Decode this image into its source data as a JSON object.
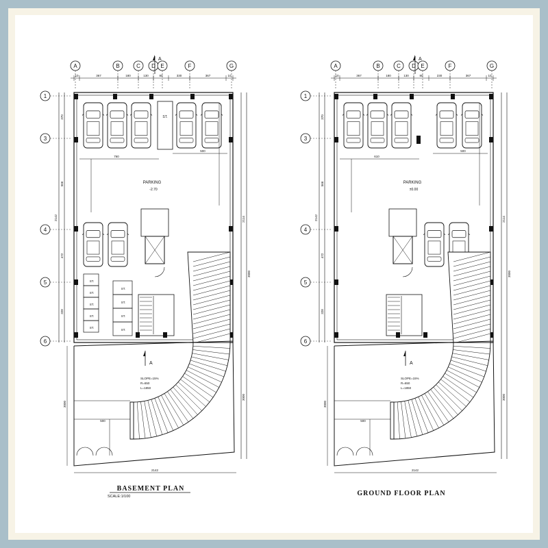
{
  "plans": [
    {
      "id": "basement",
      "title": "BASEMENT    PLAN",
      "scale": "SCALE:1/100",
      "room_label": "PARKING",
      "level": "-2.70",
      "grid_cols": [
        "A",
        "B",
        "C",
        "D",
        "E",
        "F",
        "G"
      ],
      "grid_rows": [
        "1",
        "3",
        "4",
        "5",
        "6"
      ],
      "dims_top": [
        "10",
        "367",
        "180",
        "130",
        "80",
        "330",
        "367",
        "10"
      ],
      "dims_left": [
        "370",
        "566",
        "472",
        "328"
      ],
      "dim_total_left": "2142",
      "dim_total_right": "2114",
      "dim_right_lower": "3000",
      "dim_inner": "760",
      "dim_inner2": "500",
      "section_mark": "A",
      "ramp_note": [
        "SLOPE=15%",
        "R=650",
        "L=1850"
      ],
      "st_label": "ST."
    },
    {
      "id": "ground",
      "title": "GROUND  FLOOR  PLAN",
      "scale": "",
      "room_label": "PARKING",
      "level": "±0.00",
      "grid_cols": [
        "A",
        "B",
        "C",
        "D",
        "E",
        "F",
        "G"
      ],
      "grid_rows": [
        "1",
        "3",
        "4",
        "5",
        "6"
      ],
      "dims_top": [
        "10",
        "367",
        "180",
        "130",
        "80",
        "230",
        "367",
        "10"
      ],
      "dims_left": [
        "370",
        "566",
        "472",
        "328"
      ],
      "dim_total_left": "2142",
      "dim_total_right": "2114",
      "dim_right_lower": "3000",
      "dim_inner": "610",
      "dim_inner2": "500",
      "section_mark": "A",
      "ramp_note": [
        "SLOPE=15%",
        "R=650",
        "L=1850"
      ],
      "st_label": "ST."
    }
  ],
  "colors": {
    "frame": "#a9bfc9",
    "sheet": "#ffffff",
    "ink": "#111111"
  }
}
